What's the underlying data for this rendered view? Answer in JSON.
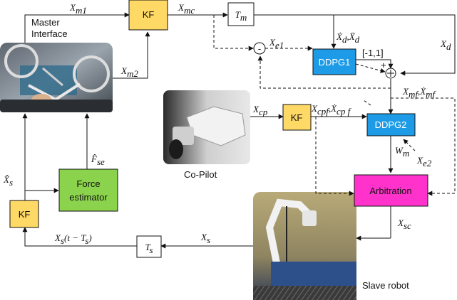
{
  "colors": {
    "kf_fill": "#ffd966",
    "ddpg_fill": "#1e9be6",
    "arbitration_fill": "#ff33cc",
    "force_fill": "#8bd34c",
    "line": "#111111"
  },
  "blocks": {
    "kf_top": "KF",
    "kf_copilot": "KF",
    "kf_left": "KF",
    "tm": "T",
    "tm_sub": "m",
    "ts": "T",
    "ts_sub": "s",
    "ddpg1": "DDPG1",
    "ddpg2": "DDPG2",
    "arbitration": "Arbitration",
    "force_line1": "Force",
    "force_line2": "estimator"
  },
  "captions": {
    "master_line1": "Master",
    "master_line2": "Interface",
    "copilot": "Co-Pilot",
    "slave": "Slave robot"
  },
  "signals": {
    "xm1": "X",
    "xm1_sub": "m1",
    "xm2": "X",
    "xm2_sub": "m2",
    "xmc": "X",
    "xmc_sub": "mc",
    "xd_dot": "Ẋ",
    "xd_dot_sub": "d",
    "xd_ddot": "Ẍ",
    "xd_ddot_sub": "d",
    "range": "[-1,1]",
    "xd": "X",
    "xd_sub": "d",
    "xe1": "X",
    "xe1_sub": "e1",
    "minus": "-",
    "plus": "+",
    "xmf": "X",
    "xmf_sub": "mf",
    "xmf_dot": "Ẋ",
    "xmf_dot_sub": "mf",
    "xcp": "X",
    "xcp_sub": "cp",
    "xcpf": "X",
    "xcpf_sub": "cpf",
    "xcpf_dot": "Ẋ",
    "xcpf_dot_sub": "cp f",
    "xe2": "X",
    "xe2_sub": "e2",
    "wm": "W",
    "wm_sub": "m",
    "xsc": "X",
    "xsc_sub": "sc",
    "xs": "X",
    "xs_sub": "s",
    "xs_delay": "X",
    "xs_delay_sub": "s",
    "xs_delay_rest": "(t − T",
    "xs_delay_sub2": "s",
    "xs_delay_close": ")",
    "xs_hat": "X̂",
    "xs_hat_sub": "s",
    "fse": "F̂",
    "fse_sub": "se",
    "comma": ","
  }
}
